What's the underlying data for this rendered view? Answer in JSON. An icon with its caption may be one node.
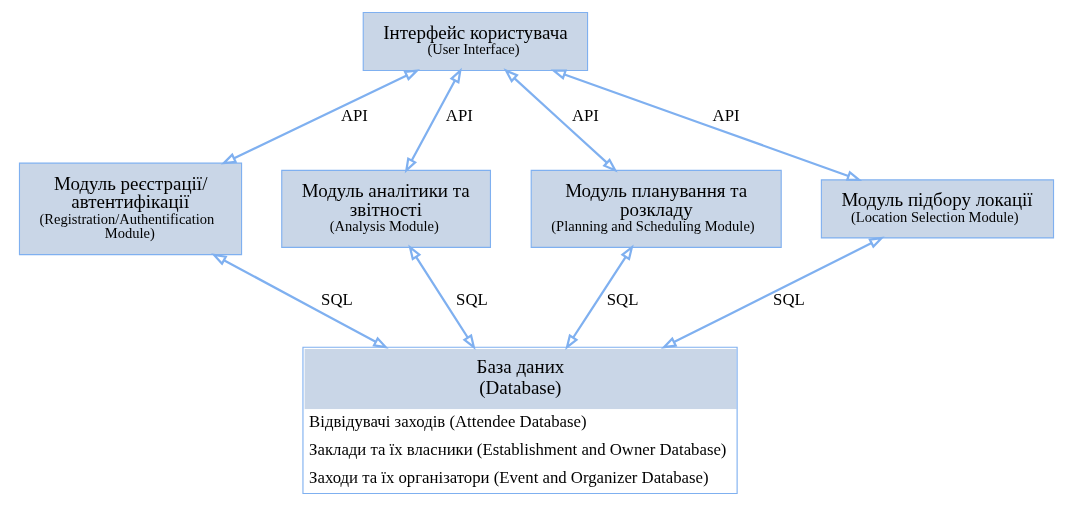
{
  "diagram": {
    "nodes": [
      {
        "text": [
          "Інтерфейс користувача",
          "(User Interface)"
        ]
      },
      {
        "text": [
          "Модуль реєстрації/ автентифікації",
          "(Registration/Authentification Module)"
        ]
      },
      {
        "text": [
          "Модуль аналітики та звітності",
          "(Analysis Module)"
        ]
      },
      {
        "text": [
          "Модуль планування та розкладу",
          "(Planning and Scheduling Module)"
        ]
      },
      {
        "text": [
          "Модуль підбору локації",
          "(Location Selection Module)"
        ]
      },
      {
        "text": [
          "База даних (Database)",
          "Відвідувачі заходів (Attendee Database)",
          "Заклади та їх власники (Establishment and Owner Database)",
          "Заходи та їх організатори (Event and Organizer Database)"
        ]
      }
    ],
    "edges": [
      {
        "from": 0,
        "to": 1,
        "arrow": "both",
        "label": "API"
      },
      {
        "from": 0,
        "to": 2,
        "arrow": "both",
        "label": "API"
      },
      {
        "from": 0,
        "to": 3,
        "arrow": "both",
        "label": "API"
      },
      {
        "from": 0,
        "to": 4,
        "arrow": "both",
        "label": "API"
      },
      {
        "from": 1,
        "to": 5,
        "arrow": "both",
        "label": "SQL"
      },
      {
        "from": 2,
        "to": 5,
        "arrow": "both",
        "label": "SQL"
      },
      {
        "from": 3,
        "to": 5,
        "arrow": "both",
        "label": "SQL"
      },
      {
        "from": 4,
        "to": 5,
        "arrow": "both",
        "label": "SQL"
      }
    ]
  }
}
